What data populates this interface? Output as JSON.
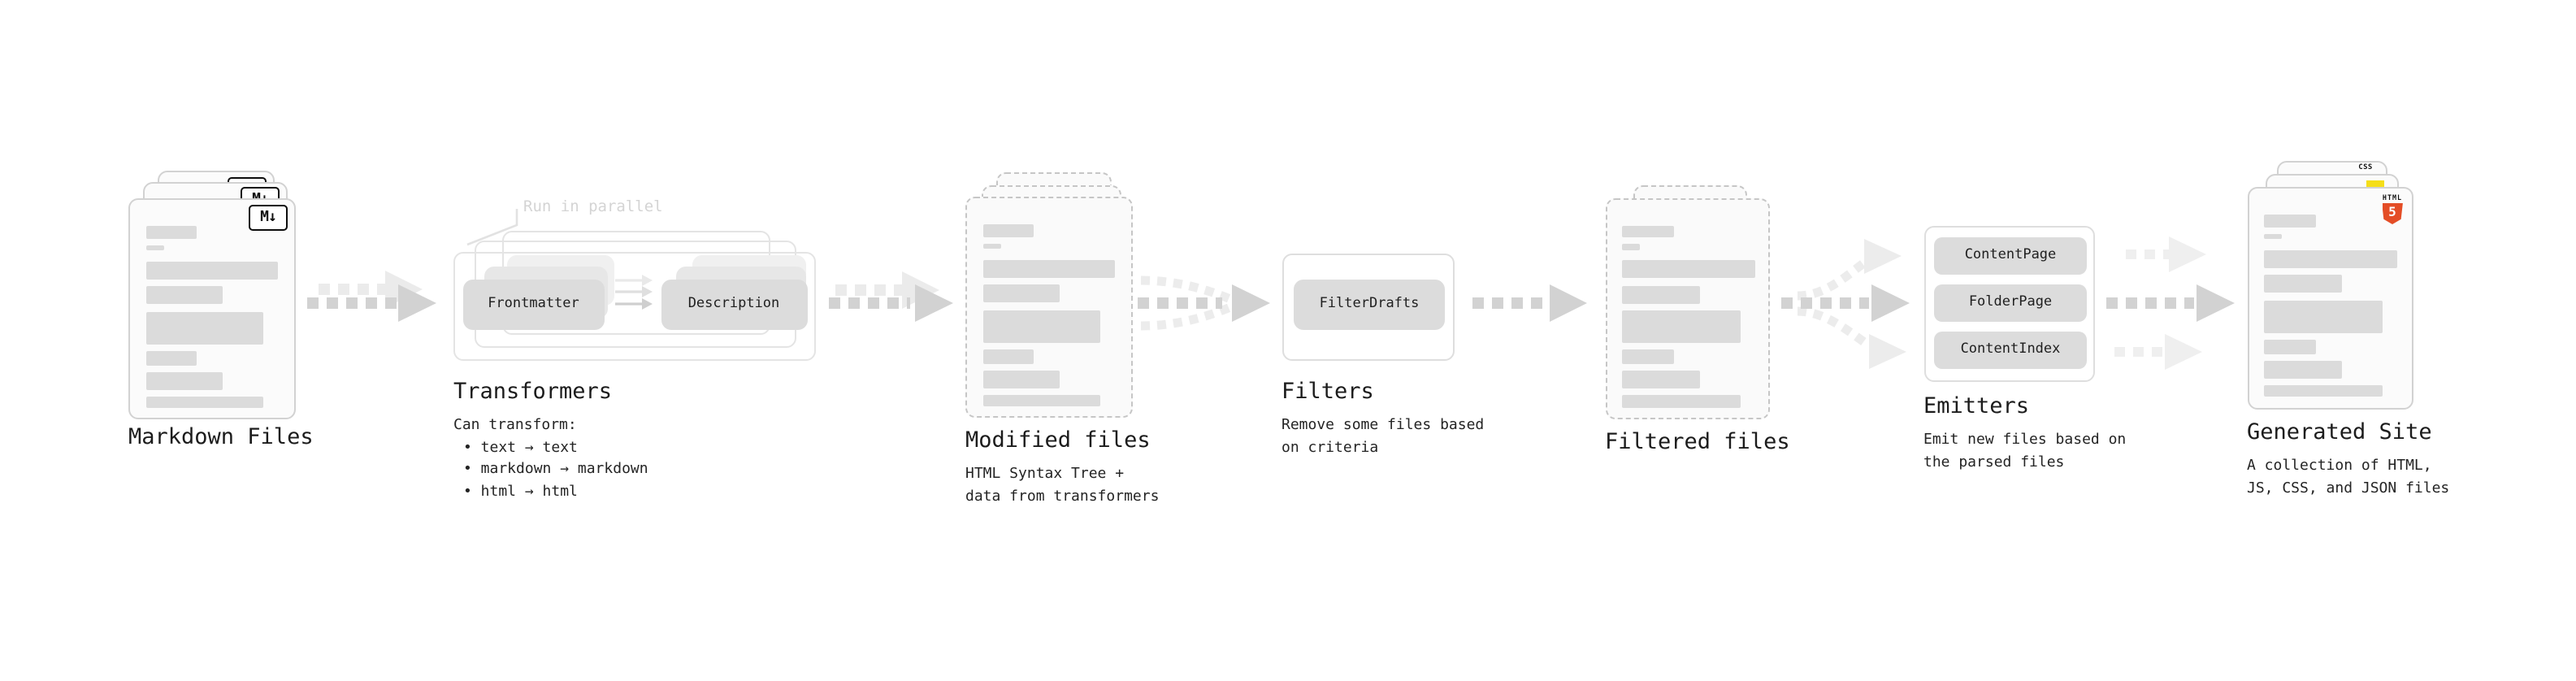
{
  "diagram": {
    "colors": {
      "background": "#ffffff",
      "pill_gray": "#dcdcdc",
      "bar_gray": "#dbdbdb",
      "arrow_dark": "#d2d2d2",
      "arrow_light": "#ebebeb",
      "html5_orange": "#e44d26",
      "js_yellow": "#f5de19",
      "css_blue": "#2d62f0"
    },
    "nodes": [
      {
        "id": "markdown-files",
        "title": "Markdown Files",
        "badge": "M↓"
      },
      {
        "id": "transformers",
        "title": "Transformers",
        "annotation": "Run in parallel",
        "pills": [
          "Frontmatter",
          "Description"
        ],
        "caption_intro": "Can transform:",
        "bullets": [
          "• text → text",
          "• markdown → markdown",
          "• html → html"
        ]
      },
      {
        "id": "modified-files",
        "title": "Modified files",
        "caption_lines": [
          "HTML Syntax Tree +",
          "data from transformers"
        ]
      },
      {
        "id": "filters",
        "title": "Filters",
        "pills": [
          "FilterDrafts"
        ],
        "caption_lines": [
          "Remove some files based",
          "on criteria"
        ]
      },
      {
        "id": "filtered-files",
        "title": "Filtered files"
      },
      {
        "id": "emitters",
        "title": "Emitters",
        "pills": [
          "ContentPage",
          "FolderPage",
          "ContentIndex"
        ],
        "caption_lines": [
          "Emit new files based on",
          "the parsed files"
        ]
      },
      {
        "id": "generated-site",
        "title": "Generated Site",
        "caption_lines": [
          "A collection of HTML,",
          "JS, CSS, and JSON files"
        ],
        "file_badges": {
          "css": "CSS",
          "html_label": "HTML",
          "html_number": "5"
        }
      }
    ]
  }
}
